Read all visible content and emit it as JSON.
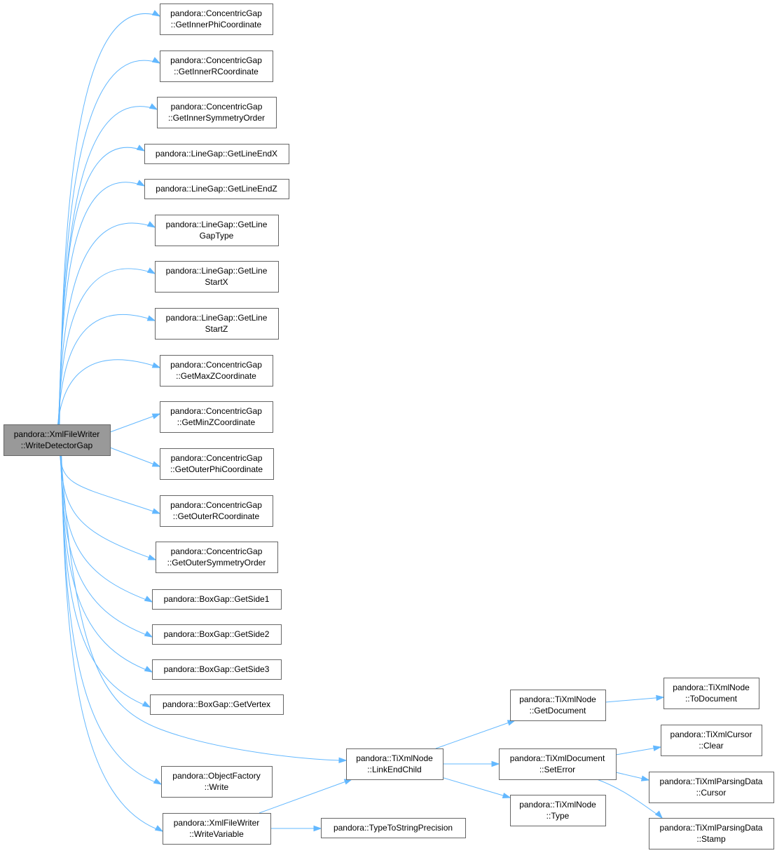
{
  "diagram": {
    "colors": {
      "edge": "#63b8ff",
      "node_border": "#666666",
      "root_fill": "#999999",
      "node_fill": "#ffffff"
    },
    "nodes": [
      {
        "id": "root",
        "lines": [
          "pandora::XmlFileWriter",
          "::WriteDetectorGap"
        ],
        "root": true
      },
      {
        "id": "n1",
        "lines": [
          "pandora::ConcentricGap",
          "::GetInnerPhiCoordinate"
        ]
      },
      {
        "id": "n2",
        "lines": [
          "pandora::ConcentricGap",
          "::GetInnerRCoordinate"
        ]
      },
      {
        "id": "n3",
        "lines": [
          "pandora::ConcentricGap",
          "::GetInnerSymmetryOrder"
        ]
      },
      {
        "id": "n4",
        "lines": [
          "pandora::LineGap::GetLineEndX"
        ]
      },
      {
        "id": "n5",
        "lines": [
          "pandora::LineGap::GetLineEndZ"
        ]
      },
      {
        "id": "n6",
        "lines": [
          "pandora::LineGap::GetLine",
          "GapType"
        ]
      },
      {
        "id": "n7",
        "lines": [
          "pandora::LineGap::GetLine",
          "StartX"
        ]
      },
      {
        "id": "n8",
        "lines": [
          "pandora::LineGap::GetLine",
          "StartZ"
        ]
      },
      {
        "id": "n9",
        "lines": [
          "pandora::ConcentricGap",
          "::GetMaxZCoordinate"
        ]
      },
      {
        "id": "n10",
        "lines": [
          "pandora::ConcentricGap",
          "::GetMinZCoordinate"
        ]
      },
      {
        "id": "n11",
        "lines": [
          "pandora::ConcentricGap",
          "::GetOuterPhiCoordinate"
        ]
      },
      {
        "id": "n12",
        "lines": [
          "pandora::ConcentricGap",
          "::GetOuterRCoordinate"
        ]
      },
      {
        "id": "n13",
        "lines": [
          "pandora::ConcentricGap",
          "::GetOuterSymmetryOrder"
        ]
      },
      {
        "id": "n14",
        "lines": [
          "pandora::BoxGap::GetSide1"
        ]
      },
      {
        "id": "n15",
        "lines": [
          "pandora::BoxGap::GetSide2"
        ]
      },
      {
        "id": "n16",
        "lines": [
          "pandora::BoxGap::GetSide3"
        ]
      },
      {
        "id": "n17",
        "lines": [
          "pandora::BoxGap::GetVertex"
        ]
      },
      {
        "id": "link",
        "lines": [
          "pandora::TiXmlNode",
          "::LinkEndChild"
        ]
      },
      {
        "id": "objw",
        "lines": [
          "pandora::ObjectFactory",
          "::Write"
        ]
      },
      {
        "id": "wvar",
        "lines": [
          "pandora::XmlFileWriter",
          "::WriteVariable"
        ]
      },
      {
        "id": "getdoc",
        "lines": [
          "pandora::TiXmlNode",
          "::GetDocument"
        ]
      },
      {
        "id": "seterr",
        "lines": [
          "pandora::TiXmlDocument",
          "::SetError"
        ]
      },
      {
        "id": "type",
        "lines": [
          "pandora::TiXmlNode",
          "::Type"
        ]
      },
      {
        "id": "ttsp",
        "lines": [
          "pandora::TypeToStringPrecision"
        ]
      },
      {
        "id": "todoc",
        "lines": [
          "pandora::TiXmlNode",
          "::ToDocument"
        ]
      },
      {
        "id": "clear",
        "lines": [
          "pandora::TiXmlCursor",
          "::Clear"
        ]
      },
      {
        "id": "cursor",
        "lines": [
          "pandora::TiXmlParsingData",
          "::Cursor"
        ]
      },
      {
        "id": "stamp",
        "lines": [
          "pandora::TiXmlParsingData",
          "::Stamp"
        ]
      }
    ],
    "edges": [
      [
        "root",
        "n1"
      ],
      [
        "root",
        "n2"
      ],
      [
        "root",
        "n3"
      ],
      [
        "root",
        "n4"
      ],
      [
        "root",
        "n5"
      ],
      [
        "root",
        "n6"
      ],
      [
        "root",
        "n7"
      ],
      [
        "root",
        "n8"
      ],
      [
        "root",
        "n9"
      ],
      [
        "root",
        "n10"
      ],
      [
        "root",
        "n11"
      ],
      [
        "root",
        "n12"
      ],
      [
        "root",
        "n13"
      ],
      [
        "root",
        "n14"
      ],
      [
        "root",
        "n15"
      ],
      [
        "root",
        "n16"
      ],
      [
        "root",
        "n17"
      ],
      [
        "root",
        "link"
      ],
      [
        "root",
        "objw"
      ],
      [
        "root",
        "wvar"
      ],
      [
        "wvar",
        "link"
      ],
      [
        "wvar",
        "ttsp"
      ],
      [
        "link",
        "getdoc"
      ],
      [
        "link",
        "seterr"
      ],
      [
        "link",
        "type"
      ],
      [
        "getdoc",
        "todoc"
      ],
      [
        "seterr",
        "clear"
      ],
      [
        "seterr",
        "cursor"
      ],
      [
        "seterr",
        "stamp"
      ]
    ]
  }
}
